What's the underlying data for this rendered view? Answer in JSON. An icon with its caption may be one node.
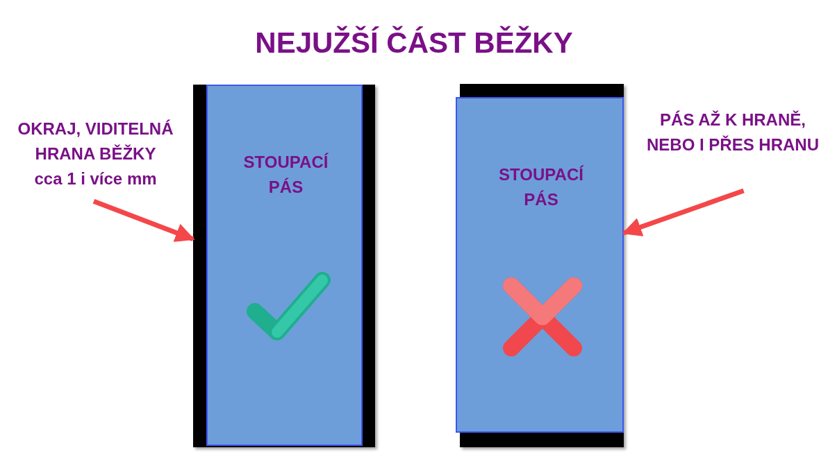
{
  "diagram": {
    "title": "NEJUŽŠÍ ČÁST BĚŽKY",
    "nodes": [
      {
        "text": [
          "OKRAJ, VIDITELNÁ HRANA BĚŽKY",
          "cca 1 i více mm"
        ]
      },
      {
        "text": [],
        "shape": "bar"
      },
      {
        "text": [
          "STOUPACÍ PÁS"
        ],
        "in": 1
      },
      {
        "text": [],
        "shape": "bar"
      },
      {
        "text": [
          "STOUPACÍ PÁS"
        ],
        "in": 3
      },
      {
        "text": [
          "PÁS AŽ K HRANĚ, NEBO I PŘES HRANU"
        ]
      }
    ],
    "edges": [
      {
        "from": 0,
        "to": 1,
        "arrow": "to"
      },
      {
        "from": 5,
        "to": 4,
        "arrow": "to"
      }
    ]
  }
}
